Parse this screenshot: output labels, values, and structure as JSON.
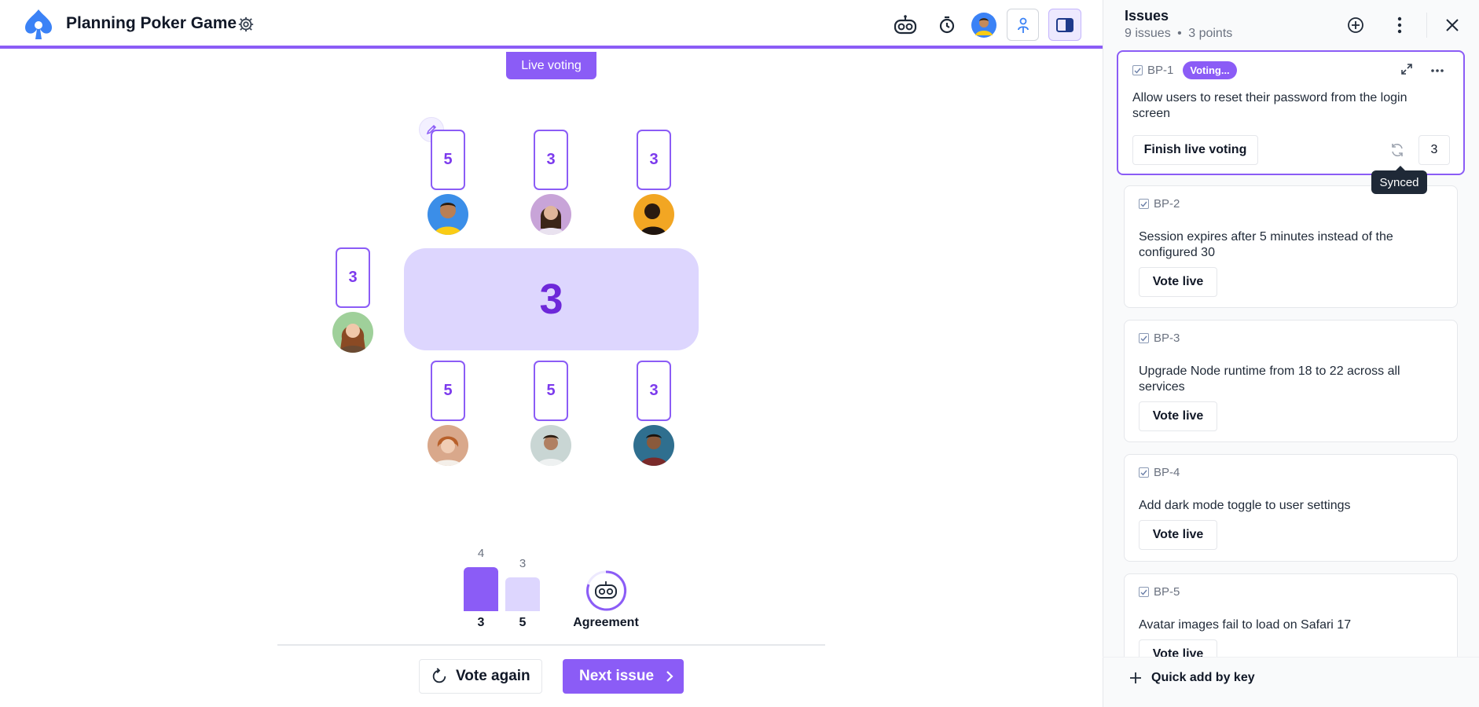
{
  "header": {
    "title": "Planning Poker Game",
    "live_voting_badge": "Live voting"
  },
  "colors": {
    "accent": "#8b5cf6",
    "table": "#ddd6fe",
    "accent_text": "#6d28d9"
  },
  "icons": {
    "logo": "spade-logo-icon",
    "settings": "gear-icon",
    "robot": "robot-icon",
    "timer": "timer-icon",
    "people": "person-pin-icon",
    "panel": "sidebar-toggle-icon"
  },
  "table": {
    "value": "3",
    "players": [
      {
        "card": "5",
        "seat": "top-left"
      },
      {
        "card": "3",
        "seat": "top-center"
      },
      {
        "card": "3",
        "seat": "top-right"
      },
      {
        "card": "3",
        "seat": "left"
      },
      {
        "card": "5",
        "seat": "bottom-left"
      },
      {
        "card": "5",
        "seat": "bottom-center"
      },
      {
        "card": "3",
        "seat": "bottom-right"
      }
    ]
  },
  "results": {
    "bars": [
      {
        "label": "3",
        "count": "4"
      },
      {
        "label": "5",
        "count": "3"
      }
    ],
    "agreement_label": "Agreement"
  },
  "actions": {
    "vote_again": "Vote again",
    "next_issue": "Next issue"
  },
  "sidebar": {
    "title": "Issues",
    "issue_count": "9 issues",
    "separator": "•",
    "points": "3 points",
    "tooltip": "Synced",
    "quick_add": "Quick add by key",
    "issues": [
      {
        "key": "BP-1",
        "status": "Voting...",
        "title": "Allow users to reset their password from the login screen",
        "button": "Finish live voting",
        "estimate": "3"
      },
      {
        "key": "BP-2",
        "title": "Session expires after 5 minutes instead of the configured 30",
        "button": "Vote live"
      },
      {
        "key": "BP-3",
        "title": "Upgrade Node runtime from 18 to 22 across all services",
        "button": "Vote live"
      },
      {
        "key": "BP-4",
        "title": "Add dark mode toggle to user settings",
        "button": "Vote live"
      },
      {
        "key": "BP-5",
        "title": "Avatar images fail to load on Safari 17",
        "button": "Vote live"
      }
    ]
  }
}
